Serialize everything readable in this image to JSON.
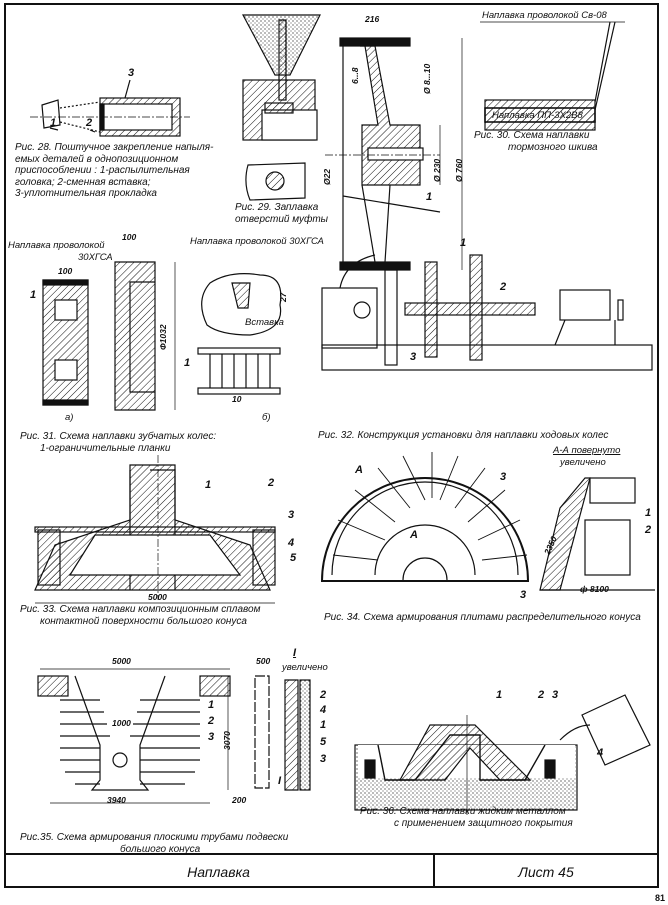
{
  "sheet": {
    "title": "Наплавка",
    "sheet_label": "Лист 45",
    "page_number": "81"
  },
  "fig28": {
    "caption": [
      "Рис. 28. Поштучное закрепление напыля-",
      "емых деталей в однопозиционном",
      "приспособлении : 1-распылительная",
      "головка; 2-сменная вставка;",
      "3-уплотнительная прокладка"
    ],
    "callouts": [
      "1",
      "2",
      "3"
    ]
  },
  "fig29": {
    "caption": [
      "Рис. 29. Заплавка",
      "отверстий муфты"
    ],
    "dims": [
      "Ø22"
    ]
  },
  "fig_pulley": {
    "dims": [
      "216",
      "6...8",
      "Ø 8...10",
      "Ø 230",
      "Ø 760"
    ],
    "callouts": [
      "1"
    ]
  },
  "fig30": {
    "label_top": "Наплавка проволокой Св-08",
    "label_bottom": "Наплавка ПП-3Х2В8",
    "caption": [
      "Рис. 30. Схема наплавки",
      "тормозного шкива"
    ]
  },
  "fig31": {
    "label_a": [
      "Наплавка проволокой",
      "30ХГСА"
    ],
    "label_b": "Наплавка проволокой 30ХГСА",
    "insert_label": "Вставка",
    "dims": [
      "100",
      "100",
      "Ф1032",
      "27",
      "10"
    ],
    "callouts": [
      "1",
      "1"
    ],
    "sub": [
      "а)",
      "б)"
    ],
    "caption": [
      "Рис. 31. Схема наплавки зубчатых колес:",
      "1-ограничительные планки"
    ]
  },
  "fig32": {
    "callouts": [
      "1",
      "2",
      "3"
    ],
    "caption": "Рис. 32. Конструкция установки для наплавки ходовых колес"
  },
  "fig33": {
    "dims": [
      "5000"
    ],
    "callouts": [
      "1",
      "2",
      "3",
      "4",
      "5"
    ],
    "caption": [
      "Рис. 33. Схема наплавки композиционным сплавом",
      "контактной поверхности большого конуса"
    ]
  },
  "fig34": {
    "section": [
      "А-А повернуто",
      "увеличено"
    ],
    "marks": [
      "А",
      "А"
    ],
    "dims": [
      "2350",
      "ф 8100"
    ],
    "callouts": [
      "3",
      "1",
      "2",
      "3"
    ],
    "caption": "Рис. 34. Схема армирования плитами распределительного конуса"
  },
  "fig35": {
    "dims": [
      "5000",
      "1000",
      "3070",
      "3940",
      "500",
      "200"
    ],
    "detail": [
      "I",
      "увеличено"
    ],
    "callouts": [
      "1",
      "2",
      "3",
      "I",
      "2",
      "4",
      "1",
      "5",
      "3"
    ],
    "caption": [
      "Рис.35. Схема армирования плоскими трубами подвески",
      "большого конуса"
    ]
  },
  "fig36": {
    "callouts": [
      "1",
      "2",
      "3",
      "4"
    ],
    "caption": [
      "Рис. 36. Схема наплавки жидким металлом",
      "с применением защитного покрытия"
    ]
  },
  "colors": {
    "ink": "#111111",
    "paper": "#ffffff"
  }
}
